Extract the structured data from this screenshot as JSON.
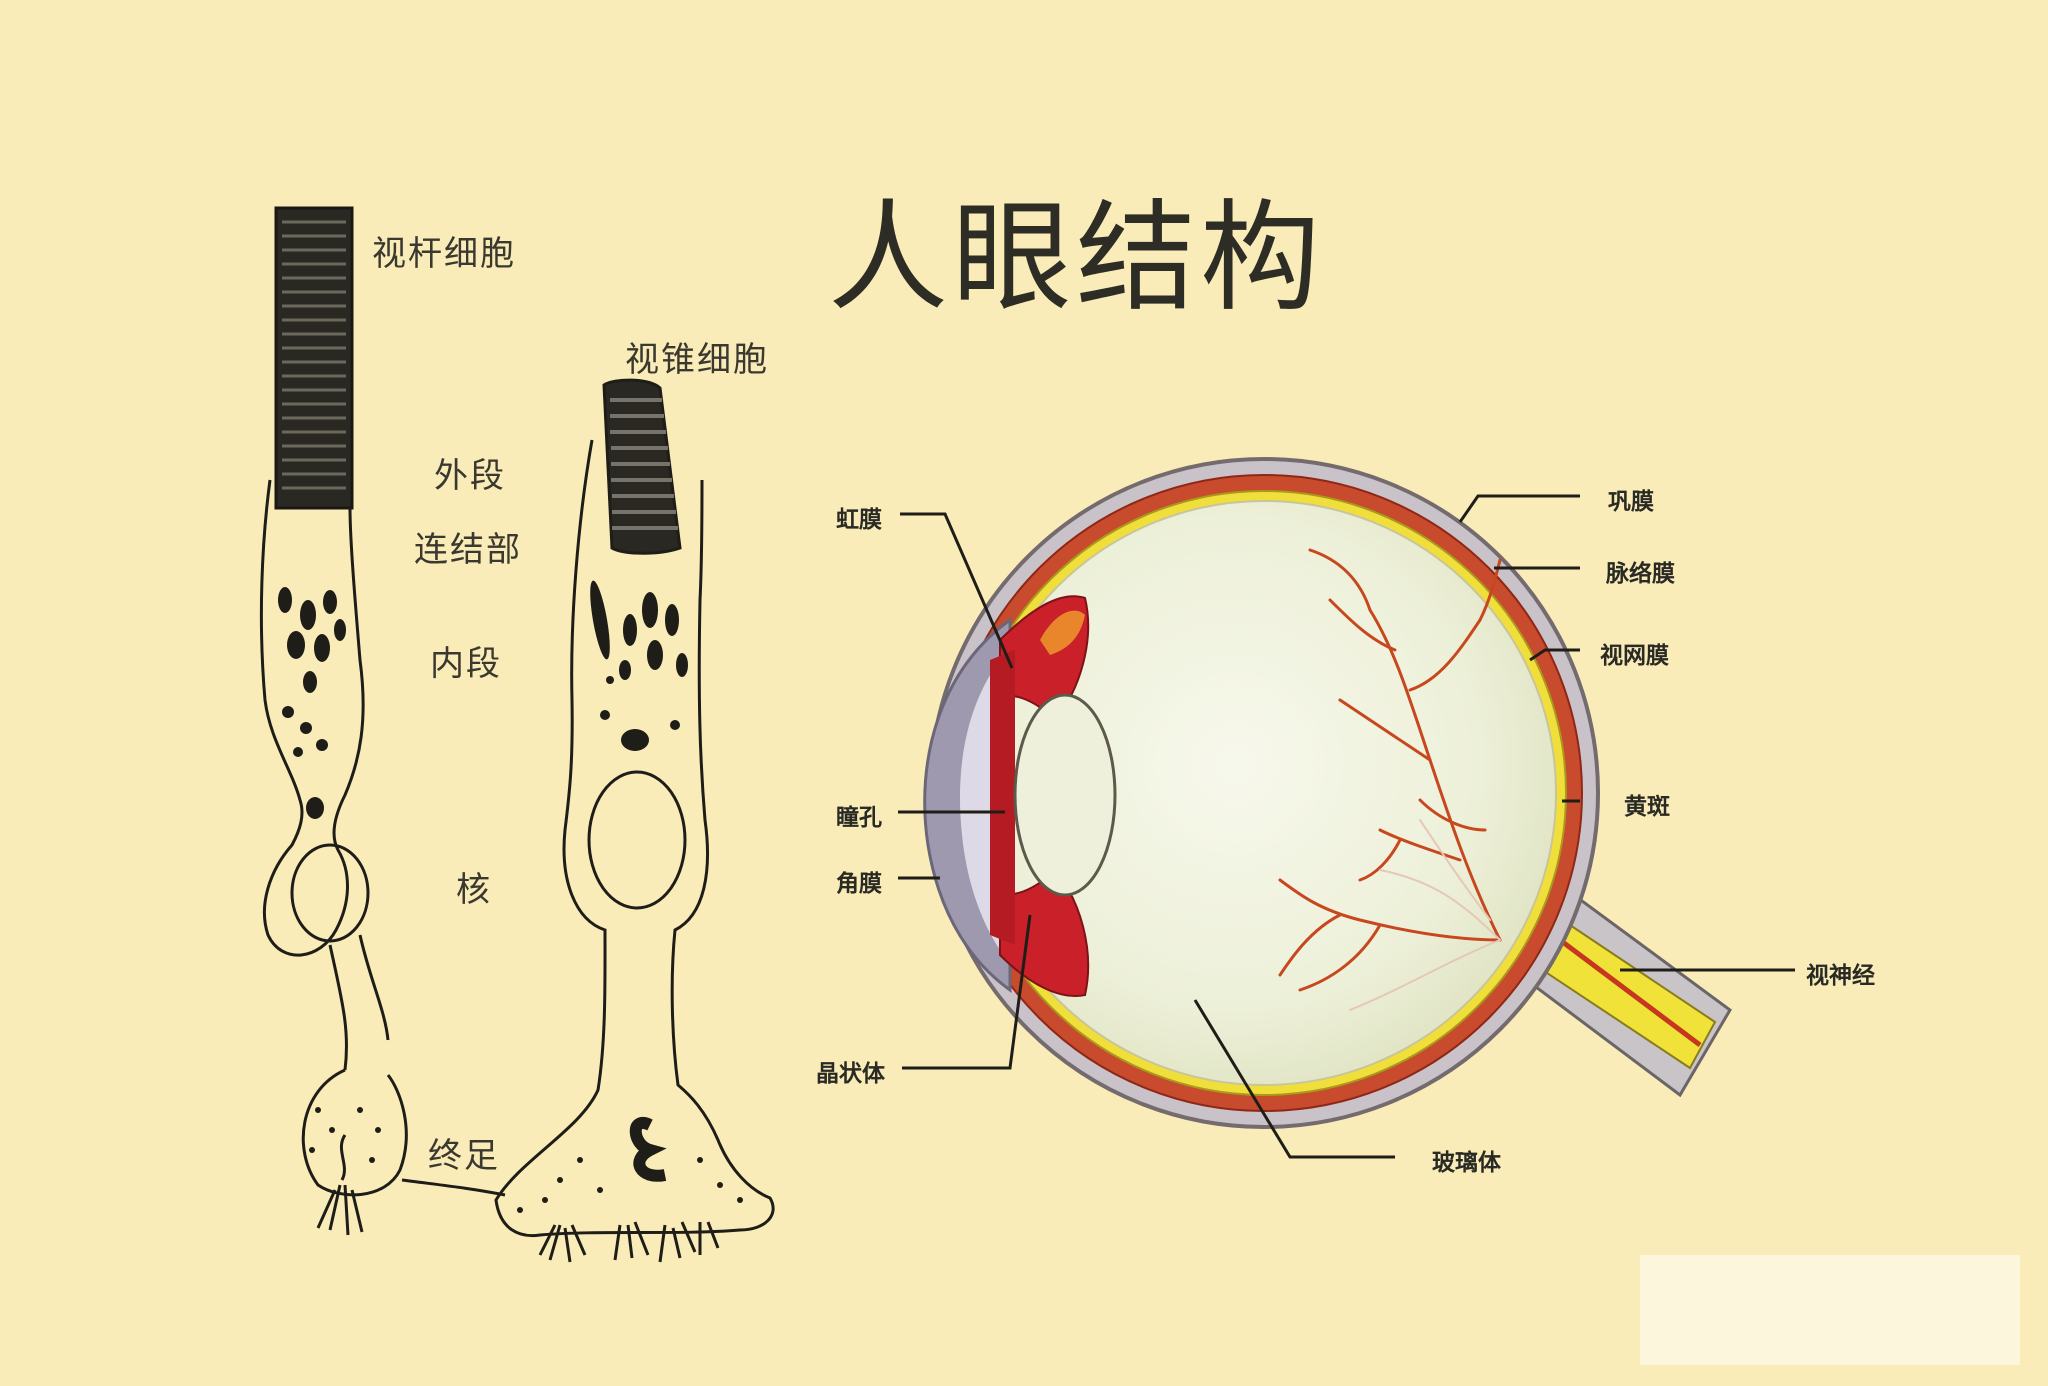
{
  "title": "人眼结构",
  "cells": {
    "rod": "视杆细胞",
    "cone": "视锥细胞",
    "outer_segment": "外段",
    "connecting": "连结部",
    "inner_segment": "内段",
    "nucleus": "核",
    "terminal": "终足"
  },
  "eye": {
    "iris": "虹膜",
    "pupil": "瞳孔",
    "cornea": "角膜",
    "lens": "晶状体",
    "sclera": "巩膜",
    "choroid": "脉络膜",
    "retina": "视网膜",
    "macula": "黄斑",
    "optic_nerve": "视神经",
    "vitreous": "玻璃体"
  }
}
